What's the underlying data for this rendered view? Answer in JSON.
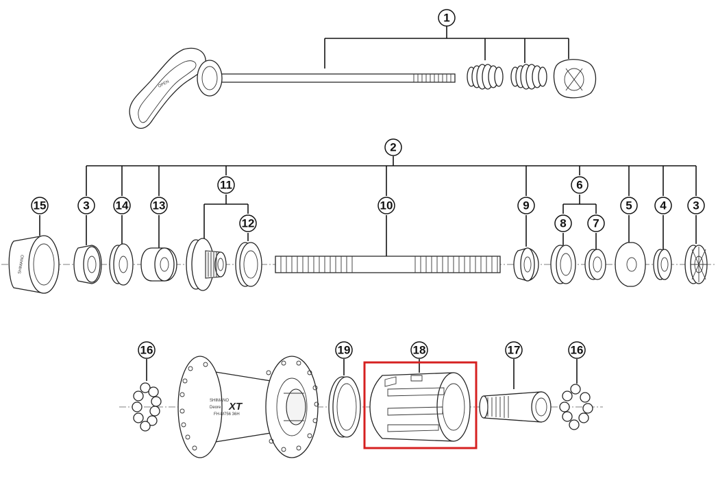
{
  "callouts": [
    {
      "label": "1"
    },
    {
      "label": "2"
    },
    {
      "label": "3"
    },
    {
      "label": "14"
    },
    {
      "label": "13"
    },
    {
      "label": "11"
    },
    {
      "label": "12"
    },
    {
      "label": "10"
    },
    {
      "label": "15"
    },
    {
      "label": "9"
    },
    {
      "label": "6"
    },
    {
      "label": "8"
    },
    {
      "label": "7"
    },
    {
      "label": "5"
    },
    {
      "label": "4"
    },
    {
      "label": "3"
    },
    {
      "label": "16"
    },
    {
      "label": "19"
    },
    {
      "label": "18"
    },
    {
      "label": "17"
    },
    {
      "label": "16"
    }
  ],
  "hub_markings": {
    "brand": "XT",
    "maker": "SHIMANO",
    "series": "Deore",
    "model": "FH-M756 36H",
    "cap_text": "SHIMANO"
  },
  "skewer_text": "OPEN",
  "highlight": {
    "color": "#d62020",
    "target_label": "18"
  },
  "colors": {
    "line": "#111111",
    "part_fill": "#ffffff"
  }
}
